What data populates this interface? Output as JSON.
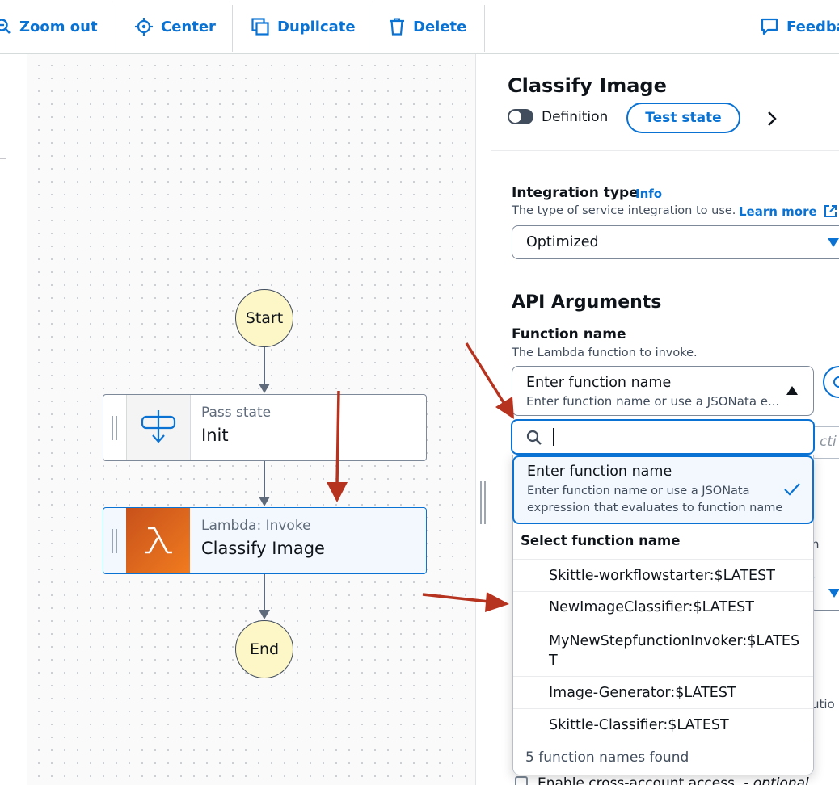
{
  "toolbar": {
    "zoom_out": "Zoom out",
    "center": "Center",
    "duplicate": "Duplicate",
    "delete": "Delete",
    "feedback": "Feedba"
  },
  "canvas": {
    "start_label": "Start",
    "end_label": "End",
    "nodes": [
      {
        "type": "Pass state",
        "name": "Init"
      },
      {
        "type": "Lambda: Invoke",
        "name": "Classify Image"
      }
    ]
  },
  "panel": {
    "title": "Classify Image",
    "definition_toggle_label": "Definition",
    "test_state_button": "Test state",
    "cut_off_text": "Lambda: Invoke",
    "integration_type": {
      "label": "Integration type",
      "info": "Info",
      "description": "The type of service integration to use.",
      "learn_more": "Learn more",
      "value": "Optimized"
    },
    "api_arguments": {
      "heading": "API Arguments",
      "function_name_label": "Function name",
      "function_name_description": "The Lambda function to invoke.",
      "select_primary": "Enter function name",
      "select_secondary": "Enter function name or use a JSONata e...",
      "behind_placeholder_fragment": "cti",
      "behind_text_fragment_1": "n",
      "behind_text_fragment_2": "utio",
      "cross_account_label": "Enable cross-account access",
      "cross_account_optional": "- optional"
    }
  },
  "dropdown": {
    "search_value": "",
    "selected_option": {
      "title": "Enter function name",
      "description_line1": "Enter function name or use a JSONata",
      "description_line2": "expression that evaluates to function name"
    },
    "group_label": "Select function name",
    "options": [
      {
        "line1": "Skittle-workflowstarter:$LATEST",
        "line2": ""
      },
      {
        "line1": "NewImageClassifier:$LATEST",
        "line2": ""
      },
      {
        "line1": "MyNewStepfunctionInvoker:$LATES",
        "line2": "T"
      },
      {
        "line1": "Image-Generator:$LATEST",
        "line2": ""
      },
      {
        "line1": "Skittle-Classifier:$LATEST",
        "line2": ""
      }
    ],
    "footer": "5 function names found"
  },
  "colors": {
    "link_blue": "#0972d3",
    "annotation_arrow": "#b5331f",
    "lambda_orange": "#d45b07",
    "start_end_fill": "#fdf6c7"
  }
}
